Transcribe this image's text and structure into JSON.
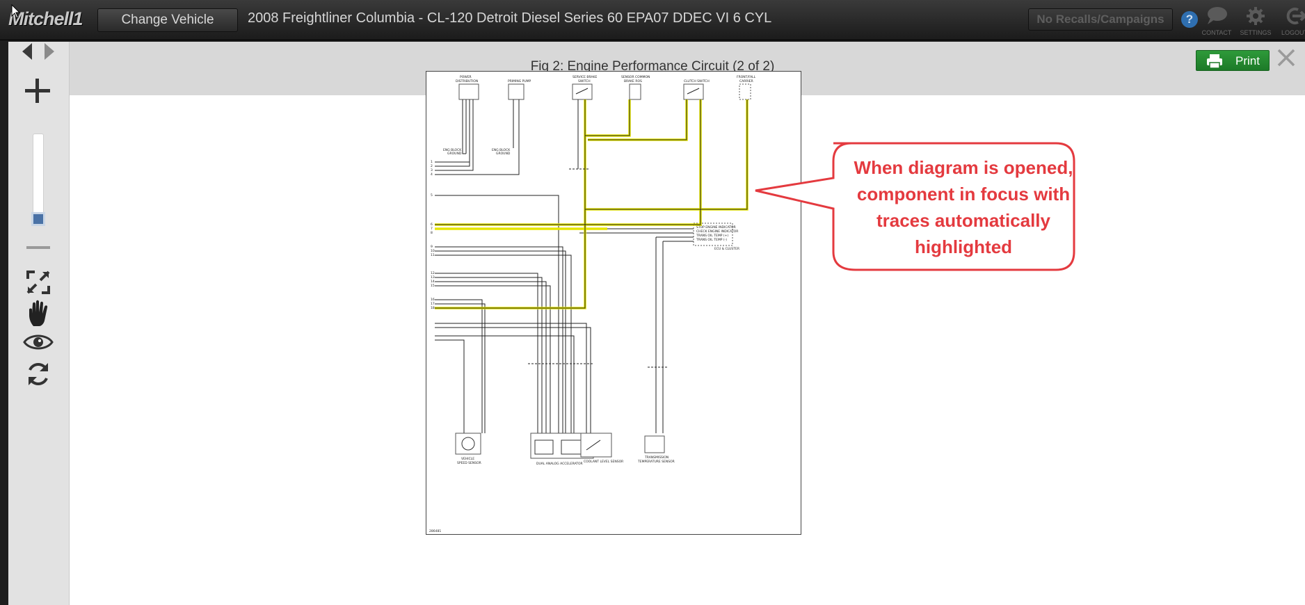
{
  "app": {
    "logo_text": "Mitchell1",
    "change_vehicle_label": "Change Vehicle",
    "vehicle_title": "2008 Freightliner Columbia - CL-120 Detroit Diesel Series 60 EPA07 DDEC VI 6 CYL",
    "recalls_label": "No Recalls/Campaigns",
    "help_label": "?",
    "contact_label": "CONTACT",
    "settings_label": "SETTINGS",
    "logout_label": "LOGOUT"
  },
  "viewer": {
    "figure_title": "Fig 2: Engine Performance Circuit (2 of 2)",
    "print_label": "Print",
    "zoom_level": 0.1,
    "tools": [
      "prev-arrow-icon",
      "next-arrow-icon",
      "zoom-in-icon",
      "zoom-out-icon",
      "fit-screen-icon",
      "pan-hand-icon",
      "view-eye-icon",
      "reset-icon"
    ]
  },
  "callout": {
    "text": "When diagram is opened, component in focus with traces automatically highlighted",
    "color": "#e43a3f"
  },
  "diagram": {
    "highlight_color": "#ffff00",
    "top_components": [
      "POWER DISTRIBUTION",
      "PRIMING PUMP",
      "SERVICE BRAKE SWITCH",
      "SENSOR COMMON BRAKE ROS",
      "CLUTCH SWITCH",
      "FRONT/FALL CARRIER"
    ],
    "bottom_components": [
      "VEHICLE SPEED SENSOR",
      "DUAL ANALOG ACCELERATOR",
      "COOLANT LEVEL SENSOR",
      "TRANSMISSION TEMPERATURE SENSOR"
    ],
    "right_module": [
      "STOP ENGINE INDICATOR",
      "CHECK ENGINE INDICATOR",
      "TRANS OIL TEMP (+)",
      "TRANS OIL TEMP (-)"
    ],
    "right_module_label": "ECU & CLUSTER",
    "ground_labels": [
      "ENG BLOCK GROUND",
      "ENG BLOCK GROUND"
    ],
    "figure_id": "286481"
  }
}
